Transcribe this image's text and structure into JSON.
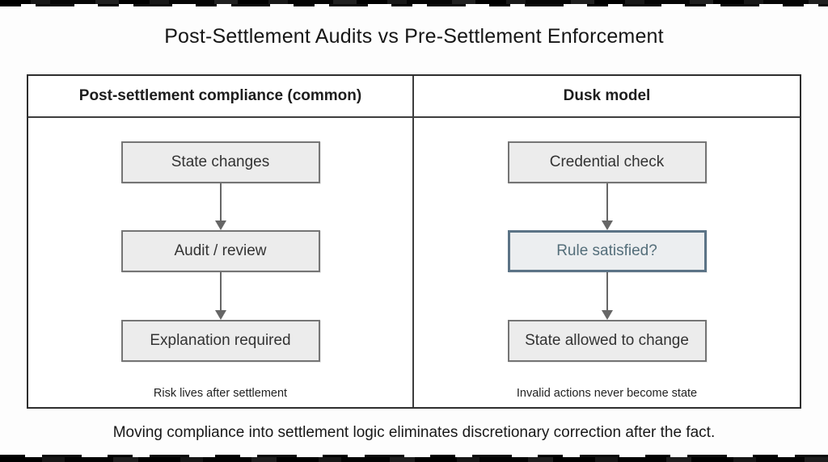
{
  "title": "Post-Settlement Audits vs Pre-Settlement Enforcement",
  "table": {
    "columns": [
      {
        "header": "Post-settlement compliance (common)",
        "steps": [
          "State changes",
          "Audit / review",
          "Explanation required"
        ],
        "footnote": "Risk lives after settlement"
      },
      {
        "header": "Dusk model",
        "steps": [
          "Credential check",
          "Rule satisfied?",
          "State allowed to change"
        ],
        "footnote": "Invalid actions never become state"
      }
    ]
  },
  "caption": "Moving compliance into settlement logic eliminates discretionary correction after the fact.",
  "colors": {
    "box_fill": "#ececec",
    "box_border": "#757575",
    "arrow": "#666666",
    "highlight_border": "#5b7386",
    "highlight_text": "#546e7a"
  }
}
